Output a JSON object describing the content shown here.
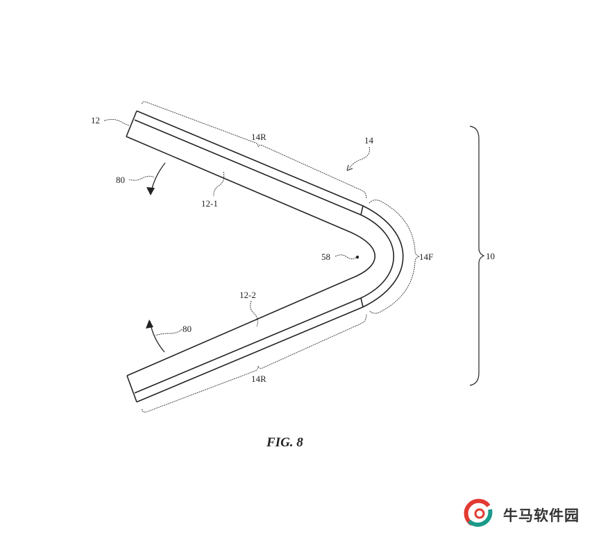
{
  "figure": {
    "caption": "FIG. 8",
    "labels": {
      "device": "10",
      "display": "12",
      "portion_1": "12-1",
      "portion_2": "12-2",
      "housing": "14",
      "rigid_upper": "14R",
      "rigid_lower": "14R",
      "flexible": "14F",
      "axis": "58",
      "rotation_upper": "80",
      "rotation_lower": "80"
    }
  },
  "watermark": {
    "text": "牛马软件园",
    "colors": {
      "red": "#e23a32",
      "teal": "#1a9a8a"
    }
  }
}
